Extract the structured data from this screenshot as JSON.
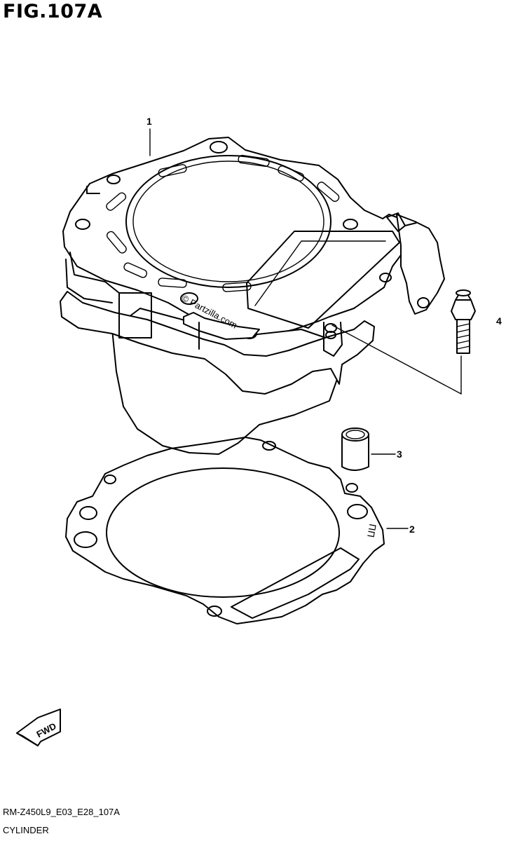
{
  "figure": {
    "title": "FIG.107A",
    "code": "RM-Z450L9_E03_E28_107A",
    "caption": "CYLINDER"
  },
  "parts": [
    {
      "ref": "1"
    },
    {
      "ref": "2"
    },
    {
      "ref": "3"
    },
    {
      "ref": "4"
    }
  ],
  "watermark": "© Partzilla.com",
  "direction_label": "FWD",
  "gasket_marking": "ⵡⵡ"
}
